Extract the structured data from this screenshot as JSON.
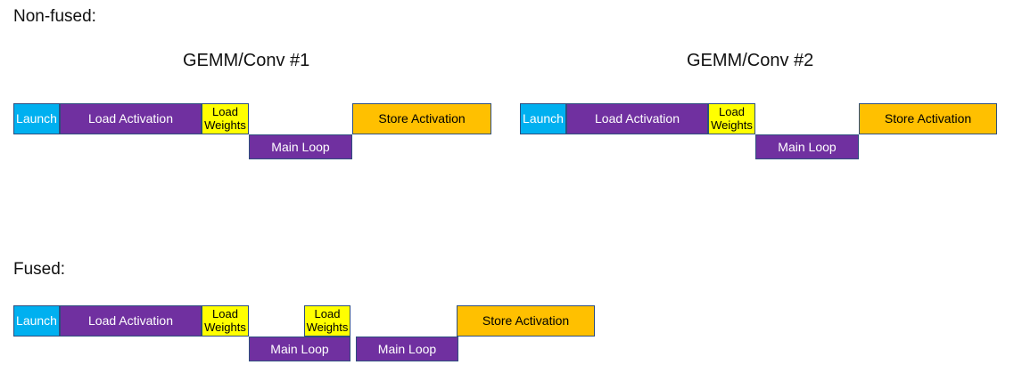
{
  "section_labels": {
    "non_fused": "Non-fused:",
    "fused": "Fused:"
  },
  "group_titles": {
    "gemm1": "GEMM/Conv #1",
    "gemm2": "GEMM/Conv #2"
  },
  "block_labels": {
    "launch": "Launch",
    "load_activation": "Load Activation",
    "load_weights": "Load Weights",
    "main_loop": "Main Loop",
    "store_activation": "Store Activation"
  },
  "colors": {
    "launch_fill": "#00B0F0",
    "activation_and_main_loop_fill": "#7030A0",
    "load_weights_fill": "#FFFF00",
    "store_activation_fill": "#FFC000",
    "block_border": "#2E4E7E",
    "text_on_dark": "#FFFFFF",
    "text_on_light": "#000000",
    "background": "#FFFFFF"
  }
}
